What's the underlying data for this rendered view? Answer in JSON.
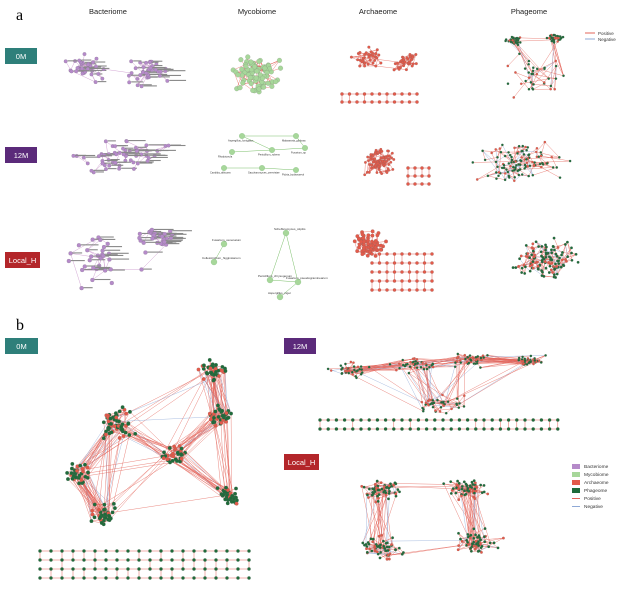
{
  "panel_a": {
    "letter": "a",
    "columns": [
      "Bacteriome",
      "Mycobiome",
      "Archaeome",
      "Phageome"
    ],
    "rows": [
      {
        "label": "0M",
        "color": "#2e7f7a"
      },
      {
        "label": "12M",
        "color": "#5b2a7a"
      },
      {
        "label": "Local_H",
        "color": "#b3262a"
      }
    ],
    "legend": {
      "positive": "Positive",
      "negative": "Negative"
    },
    "mycobiome_12M_nodes": [
      "Aspergillus_fumigatus",
      "Malassezia_globosa",
      "Rhodotorula",
      "Penicillium_rubens",
      "Fusarium_sp",
      "Candida_albicans",
      "Saccharomyces_cerevisiae",
      "Pichia_kudriavzevii"
    ],
    "mycobiome_localH_nodes": [
      "Schefferomyces_stipitis",
      "Fusarium_venenatum",
      "Colletotrichum_higginsianum",
      "Penicillium_chrysogenum",
      "Fusarium_pseudograminearum",
      "Aspergillus_niger"
    ]
  },
  "panel_b": {
    "letter": "b",
    "badges": [
      {
        "label": "0M",
        "color": "#2e7f7a"
      },
      {
        "label": "12M",
        "color": "#5b2a7a"
      },
      {
        "label": "Local_H",
        "color": "#b3262a"
      }
    ],
    "legend": [
      {
        "label": "Bacteriome",
        "color": "#b58ac9",
        "kind": "node"
      },
      {
        "label": "Mycobiome",
        "color": "#a7d79a",
        "kind": "node"
      },
      {
        "label": "Archaeome",
        "color": "#e35a4a",
        "kind": "node"
      },
      {
        "label": "Phageome",
        "color": "#1f6b3a",
        "kind": "node"
      },
      {
        "label": "Positive",
        "color": "#e3645a",
        "kind": "edge"
      },
      {
        "label": "Negative",
        "color": "#8fa9d6",
        "kind": "edge"
      }
    ]
  },
  "colors": {
    "bacteriome": "#b58ac9",
    "mycobiome": "#a7d79a",
    "archaeome": "#e35a4a",
    "phageome": "#1f6b3a",
    "positive_edge": "#e3645a",
    "negative_edge": "#8fa9d6",
    "bact_edge": "#c58bc6",
    "myco_edge": "#7bbf6a"
  }
}
